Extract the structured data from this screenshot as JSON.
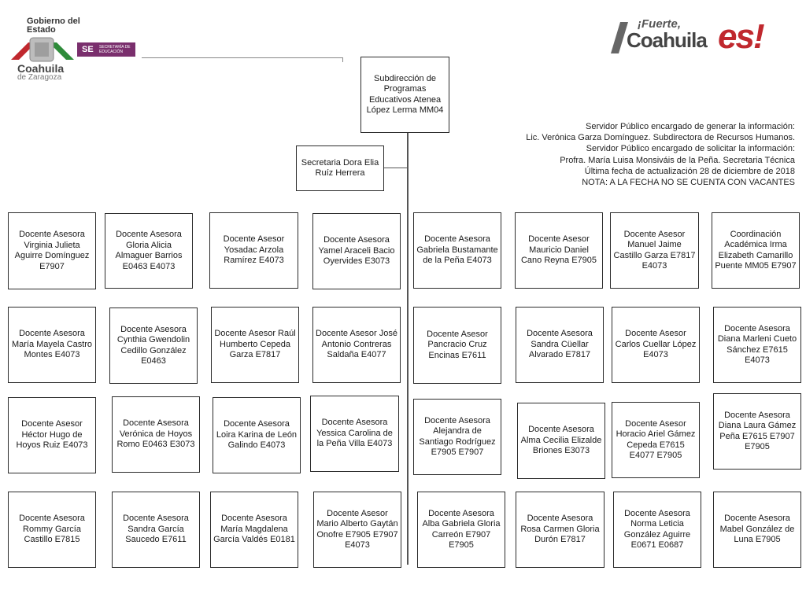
{
  "header": {
    "gobierno": "Gobierno del Estado",
    "se": "SE",
    "se_secretaria": "SECRETARÍA DE EDUCACIÓN",
    "coahuila": "Coahuila",
    "zaragoza": "de Zaragoza",
    "fuerte_top": "¡Fuerte,",
    "fuerte_main": "Coahuila",
    "fuerte_es": "es!"
  },
  "info": [
    "Servidor Público encargado de generar la información:",
    "Lic. Verónica Garza Domínguez. Subdirectora de Recursos Humanos.",
    "Servidor Público encargado de solicitar la información:",
    "Profra. María Luisa Monsiváis de la Peña. Secretaria Técnica",
    "Última fecha de actualización 28 de diciembre de 2018",
    "NOTA: A LA FECHA NO SE CUENTA CON VACANTES"
  ],
  "top_box": "Subdirección de Programas Educativos Atenea López Lerma MM04",
  "secretaria_box": "Secretaria Dora Elia Ruíz Herrera",
  "rows": [
    [
      "Docente Asesora Virginia Julieta Aguirre Domínguez E7907",
      "Docente Asesora Gloria Alicia Almaguer Barrios E0463 E4073",
      "Docente Asesor Yosadac Arzola Ramírez E4073",
      "Docente Asesora Yamel Araceli Bacio Oyervides E3073",
      "Docente Asesora Gabriela Bustamante de la Peña E4073",
      "Docente Asesor Mauricio Daniel Cano Reyna E7905",
      "Docente Asesor Manuel Jaime Castillo Garza E7817 E4073",
      "Coordinación Académica Irma Elizabeth Camarillo Puente MM05 E7907"
    ],
    [
      "Docente Asesora María Mayela Castro Montes E4073",
      "Docente Asesora Cynthia Gwendolin Cedillo González E0463",
      "Docente Asesor Raúl Humberto Cepeda Garza E7817",
      "Docente Asesor José Antonio Contreras Saldaña E4077",
      "Docente Asesor Pancracio Cruz Encinas E7611",
      "Docente Asesora Sandra Cüellar Alvarado E7817",
      "Docente Asesor Carlos Cuellar López E4073",
      "Docente Asesora Diana Marleni Cueto Sánchez E7615 E4073"
    ],
    [
      "Docente Asesor Héctor Hugo de Hoyos Ruiz E4073",
      "Docente Asesora Verónica de Hoyos Romo E0463 E3073",
      "Docente Asesora Loira Karina de León Galindo E4073",
      "Docente Asesora Yessica Carolina de la Peña Villa E4073",
      "Docente Asesora Alejandra de Santiago Rodríguez E7905 E7907",
      "Docente Asesora Alma Cecilia Elizalde Briones E3073",
      "Docente Asesor Horacio Ariel Gámez Cepeda E7615 E4077 E7905",
      "Docente Asesora Diana Laura Gámez Peña E7615 E7907 E7905"
    ],
    [
      "Docente Asesora Rommy García Castillo E7815",
      "Docente Asesora Sandra García Saucedo E7611",
      "Docente Asesora María Magdalena García Valdés E0181",
      "Docente Asesor Mario Alberto Gaytán Onofre E7905 E7907 E4073",
      "Docente Asesora Alba Gabriela Gloria Carreón E7907 E7905",
      "Docente Asesora Rosa Carmen Gloria Durón E7817",
      "Docente Asesora Norma Leticia González Aguirre E0671 E0687",
      "Docente Asesora Mabel González de Luna E7905"
    ]
  ]
}
